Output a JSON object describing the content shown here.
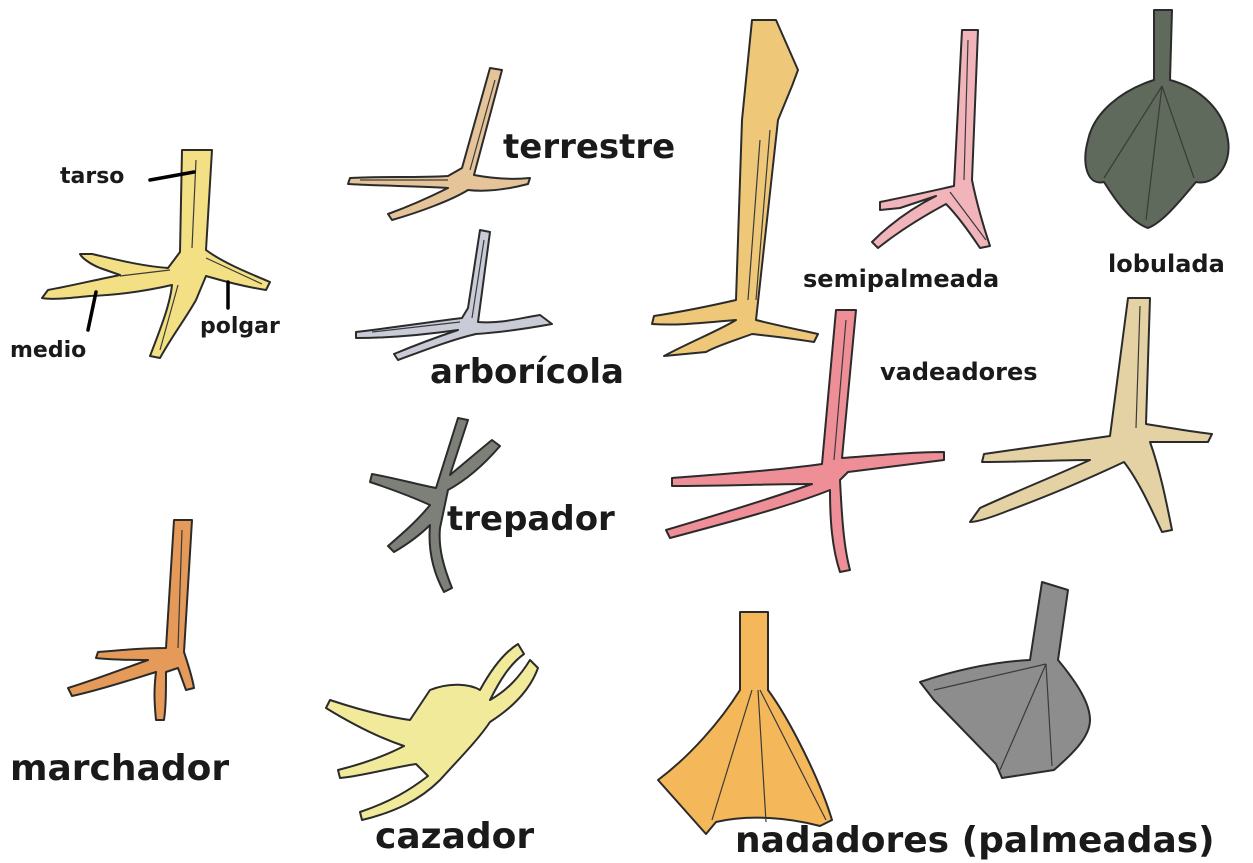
{
  "labels": {
    "tarso": "tarso",
    "medio": "medio",
    "polgar": "polgar",
    "terrestre": "terrestre",
    "arboricola": "arborícola",
    "trepador": "trepador",
    "marchador": "marchador",
    "cazador": "cazador",
    "semipalmeada": "semipalmeada",
    "lobulada": "lobulada",
    "vadeadores": "vadeadores",
    "nadadores": "nadadores (palmeadas)"
  },
  "colors": {
    "yellow": "#f3df84",
    "tan": "#e6c49a",
    "grey_blue": "#c9ccd6",
    "dark_grey": "#7d8079",
    "orange_brown": "#e59a5a",
    "pale_yellow": "#f1ea9a",
    "golden": "#eec878",
    "pink": "#f1b4ba",
    "dark_green_grey": "#5f6a5c",
    "pink_red": "#ee8f98",
    "beige": "#e4d2a4",
    "orange": "#f4b85a",
    "grey": "#8d8d8d"
  }
}
